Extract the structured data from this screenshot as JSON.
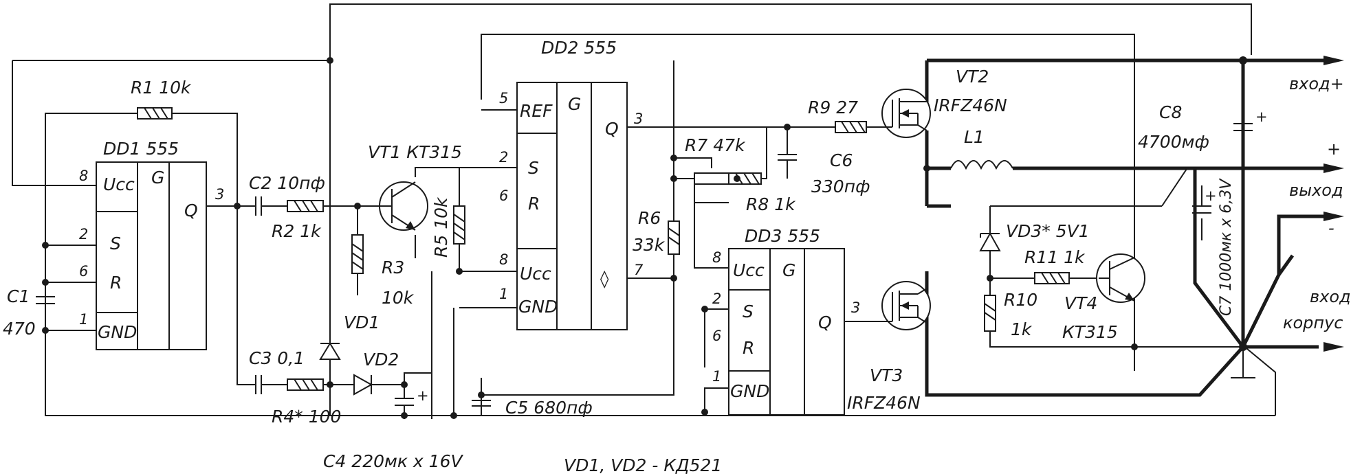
{
  "chips": {
    "dd1": {
      "name": "DD1 555",
      "g": "G",
      "pins": {
        "ucc": "Ucc",
        "s": "S",
        "r": "R",
        "gnd": "GND",
        "q": "Q"
      },
      "nums": {
        "p8": "8",
        "p2": "2",
        "p6": "6",
        "p1": "1",
        "p3": "3"
      }
    },
    "dd2": {
      "name": "DD2 555",
      "g": "G",
      "pins": {
        "ref": "REF",
        "s": "S",
        "r": "R",
        "ucc": "Ucc",
        "gnd": "GND",
        "q": "Q",
        "dis": "◊"
      },
      "nums": {
        "p5": "5",
        "p2": "2",
        "p6": "6",
        "p8": "8",
        "p1": "1",
        "p3": "3",
        "p7": "7"
      }
    },
    "dd3": {
      "name": "DD3 555",
      "g": "G",
      "pins": {
        "ucc": "Ucc",
        "s": "S",
        "r": "R",
        "gnd": "GND",
        "q": "Q"
      },
      "nums": {
        "p8": "8",
        "p2": "2",
        "p6": "6",
        "p1": "1",
        "p3": "3"
      }
    }
  },
  "components": {
    "r1": "R1 10k",
    "c1": "C1",
    "c1v": "470",
    "c2": "C2  10пф",
    "r2": "R2  1k",
    "vt1": "VT1 КТ315",
    "r5": "R5 10k",
    "r3": "R3",
    "r3v": "10k",
    "vd1": "VD1",
    "c3": "C3  0,1",
    "vd2": "VD2",
    "r4": "R4*  100",
    "c4": "C4  220мк x 16V",
    "c5": "C5  680пф",
    "vdnote": "VD1, VD2 - КД521",
    "r6": "R6",
    "r6v": "33k",
    "r7": "R7  47k",
    "r8": "R8  1k",
    "r9": "R9  27",
    "c6": "C6",
    "c6v": "330пф",
    "vt2": "VT2",
    "vt2t": "IRFZ46N",
    "l1": "L1",
    "c8": "C8",
    "c8v": "4700мф",
    "vd3": "VD3*  5V1",
    "r11": "R11  1k",
    "r10": "R10",
    "r10v": "1k",
    "vt4": "VT4",
    "vt4t": "КТ315",
    "vt3": "VT3",
    "vt3t": "IRFZ46N",
    "c7": "C7 1000мк x 6,3V",
    "plus": "+"
  },
  "terminals": {
    "vhod_plus": "вход+",
    "plus": "+",
    "vyhod": "выход",
    "minus": "-",
    "vhod": "вход",
    "korpus": "корпус"
  }
}
